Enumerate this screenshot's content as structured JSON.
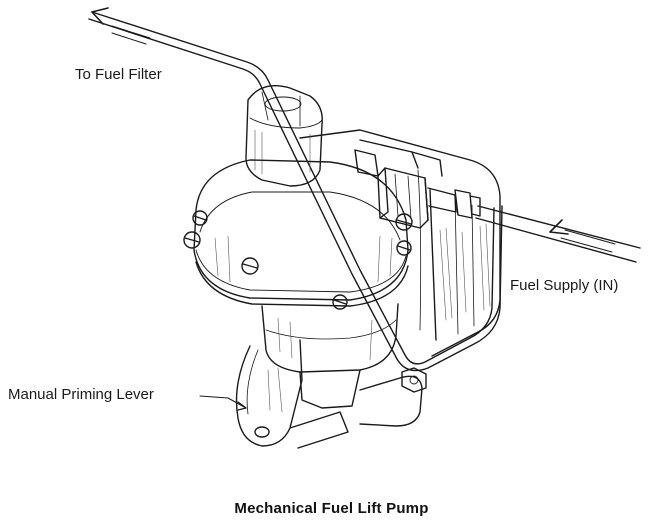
{
  "labels": {
    "to_fuel_filter": "To Fuel Filter",
    "fuel_supply": "Fuel Supply (IN)",
    "manual_priming_lever": "Manual Priming Lever"
  },
  "caption": "Mechanical Fuel Lift Pump",
  "colors": {
    "line": "#1a1a1a",
    "shade": "#555555",
    "background": "#ffffff"
  }
}
